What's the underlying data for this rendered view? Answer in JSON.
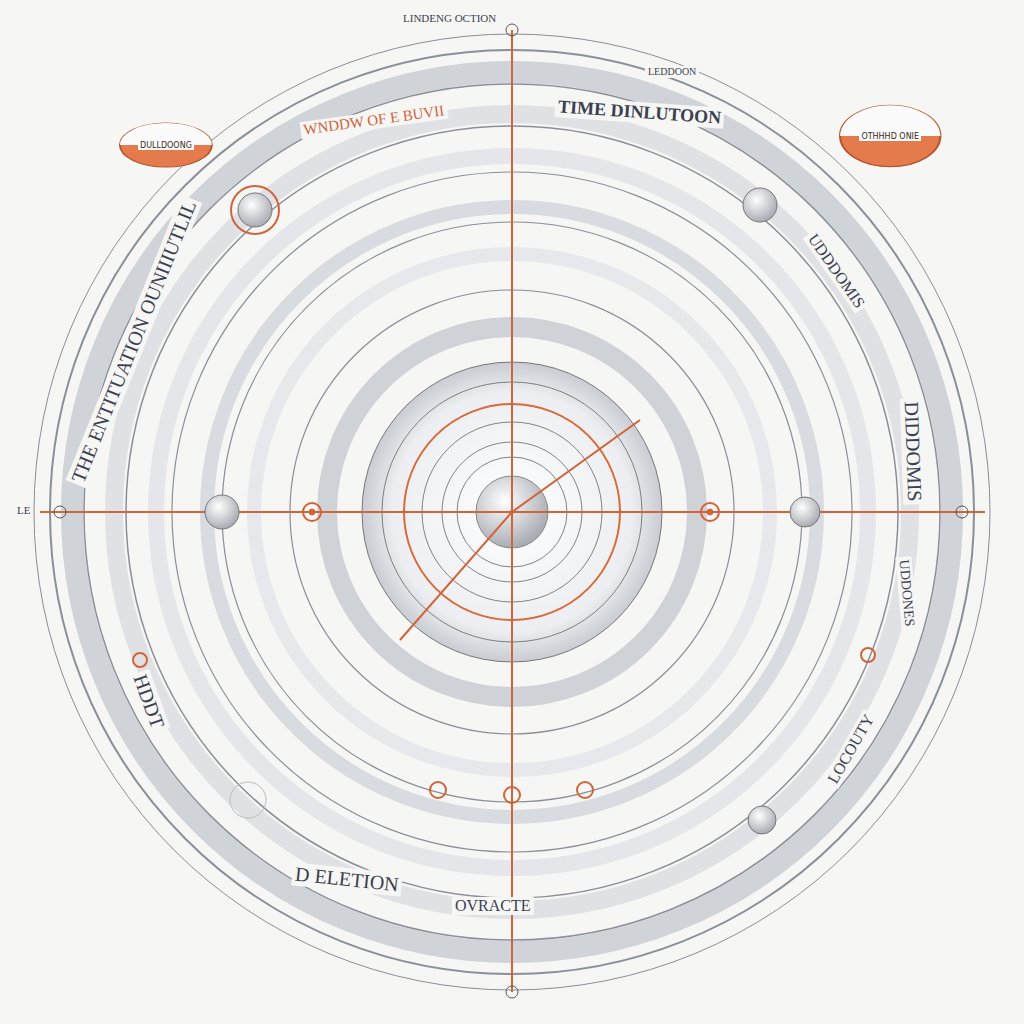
{
  "diagram": {
    "nodes": [
      {
        "text": [
          "DULLDOONG"
        ]
      },
      {
        "text": [
          "OTHHHD ONIE"
        ]
      }
    ],
    "labels": [
      "LINDENG OCTION",
      "LEDDOON",
      "TIME DINLUTOON",
      "WNDDW OF E BUVII",
      "THE ENTITUATION OUNIIIUTLIL",
      "D ELETION",
      "OVRACTE",
      "LE",
      "DIDDOMIS",
      "UDDONES",
      "LOCOUTY",
      "HDDT",
      "UDDDOMIS"
    ]
  }
}
